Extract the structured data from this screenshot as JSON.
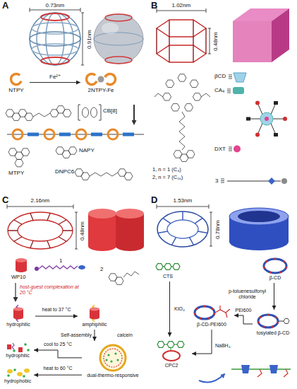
{
  "diagram": {
    "nodes": [
      {
        "text": [
          "NTPY"
        ]
      },
      {
        "text": [
          "2NTPY-Fe"
        ]
      },
      {
        "text": [
          "hydrophilic"
        ]
      },
      {
        "text": [
          "amphiphilic"
        ]
      },
      {
        "text": [
          "dual-thermo-responsive"
        ]
      },
      {
        "text": [
          "hydrophilic"
        ]
      },
      {
        "text": [
          "hydrophobic"
        ]
      },
      {
        "text": [
          "CTS"
        ]
      },
      {
        "text": [
          "β-CD"
        ]
      },
      {
        "text": [
          "β-CD-PEI600"
        ]
      },
      {
        "text": [
          "tosylated β-CD"
        ]
      },
      {
        "text": [
          "CPC2"
        ]
      }
    ],
    "edges": [
      {
        "from": 0,
        "to": 1,
        "label": "Fe²⁺",
        "arrow": "to"
      },
      {
        "from": 2,
        "to": 3,
        "label": "heat to 37 °C",
        "arrow": "to"
      },
      {
        "from": 3,
        "to": 4,
        "label": "Self-assembly",
        "arrow": "to"
      },
      {
        "from": 4,
        "to": 5,
        "label": "cool to 25 °C",
        "arrow": "to"
      },
      {
        "from": 4,
        "to": 6,
        "label": "heat to 60 °C",
        "arrow": "to"
      },
      {
        "from": 8,
        "to": 10,
        "label": "p-toluenesulfonyl chloride",
        "arrow": "to"
      },
      {
        "from": 10,
        "to": 9,
        "label": "PEI600",
        "arrow": "to"
      },
      {
        "from": 7,
        "to": 11,
        "label": "KIO₄",
        "arrow": "to"
      },
      {
        "from": 9,
        "to": 11,
        "label": "NaBH₄",
        "arrow": "to"
      }
    ],
    "labels": [
      "A",
      "0.73nm",
      "0.91nm",
      "CB[8]",
      "MTPY",
      "NAPY",
      "DNPC6",
      "B",
      "1.02nm",
      "0.48nm",
      "βCD",
      "CA₄",
      "DXT",
      "1, n = 1 (C₄)",
      "2, n = 7 (C₁₆)",
      "3",
      "C",
      "2.16nm",
      "0.48nm",
      "WP10",
      "1",
      "2",
      "host-guest complexation at 20 °C",
      "calcein",
      "D",
      "1.53nm",
      "0.78nm"
    ]
  }
}
